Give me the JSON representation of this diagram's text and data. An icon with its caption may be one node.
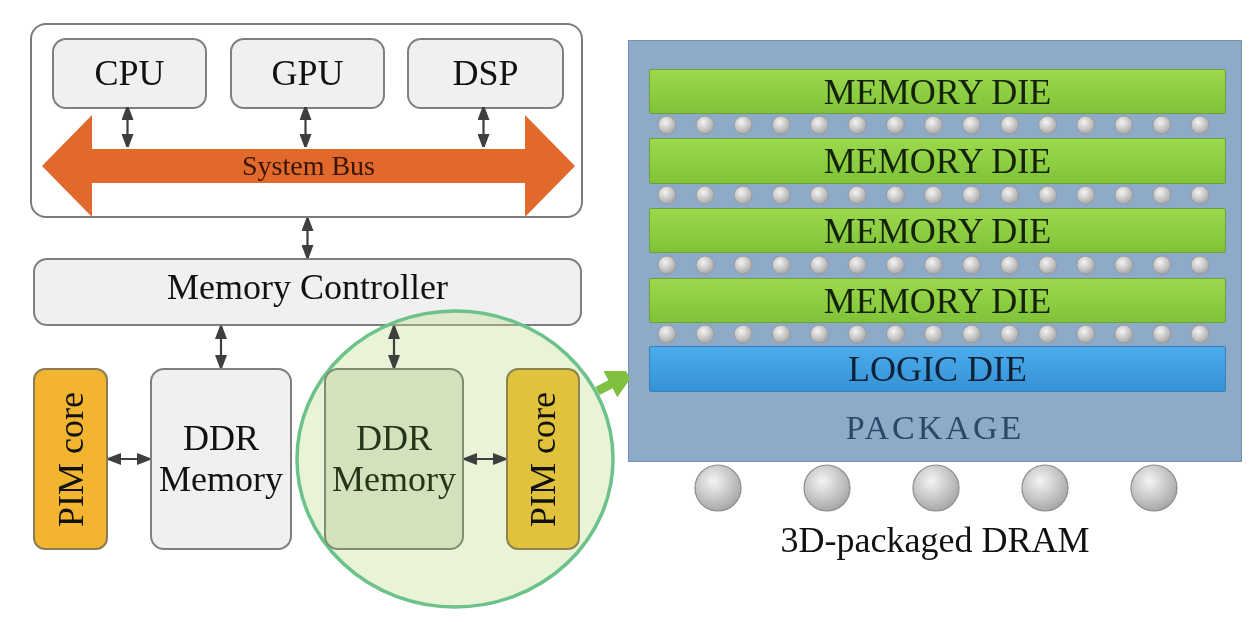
{
  "diagram": {
    "nodes": [
      {
        "text": [],
        "shape": "box"
      },
      {
        "text": [
          "CPU"
        ],
        "in": 0
      },
      {
        "text": [
          "GPU"
        ],
        "in": 0
      },
      {
        "text": [
          "DSP"
        ],
        "in": 0
      },
      {
        "text": [
          "System Bus"
        ],
        "in": 0
      },
      {
        "text": [
          "Memory Controller"
        ]
      },
      {
        "text": [
          "PIM core"
        ]
      },
      {
        "text": [
          "DDR Memory"
        ]
      },
      {
        "text": [],
        "shape": "circle"
      },
      {
        "text": [
          "DDR Memory"
        ],
        "in": 8
      },
      {
        "text": [
          "PIM core"
        ],
        "in": 8
      },
      {
        "text": [
          "PACKAGE"
        ],
        "beside": [
          "3D-packaged DRAM"
        ]
      },
      {
        "text": [
          "MEMORY DIE"
        ],
        "in": 11
      },
      {
        "text": [
          "MEMORY DIE"
        ],
        "in": 11
      },
      {
        "text": [
          "MEMORY DIE"
        ],
        "in": 11
      },
      {
        "text": [
          "MEMORY DIE"
        ],
        "in": 11
      },
      {
        "text": [
          "LOGIC DIE"
        ],
        "in": 11
      }
    ],
    "edges": [
      {
        "from": 1,
        "to": 4,
        "arrow": "both"
      },
      {
        "from": 2,
        "to": 4,
        "arrow": "both"
      },
      {
        "from": 3,
        "to": 4,
        "arrow": "both"
      },
      {
        "from": 0,
        "to": 5,
        "arrow": "both"
      },
      {
        "from": 5,
        "to": 7,
        "arrow": "both"
      },
      {
        "from": 5,
        "to": 9,
        "arrow": "both"
      },
      {
        "from": 6,
        "to": 7,
        "arrow": "both"
      },
      {
        "from": 9,
        "to": 10,
        "arrow": "both"
      },
      {
        "from": 8,
        "to": 11,
        "arrow": "to",
        "style": "thick",
        "color": "#80c040"
      }
    ]
  }
}
